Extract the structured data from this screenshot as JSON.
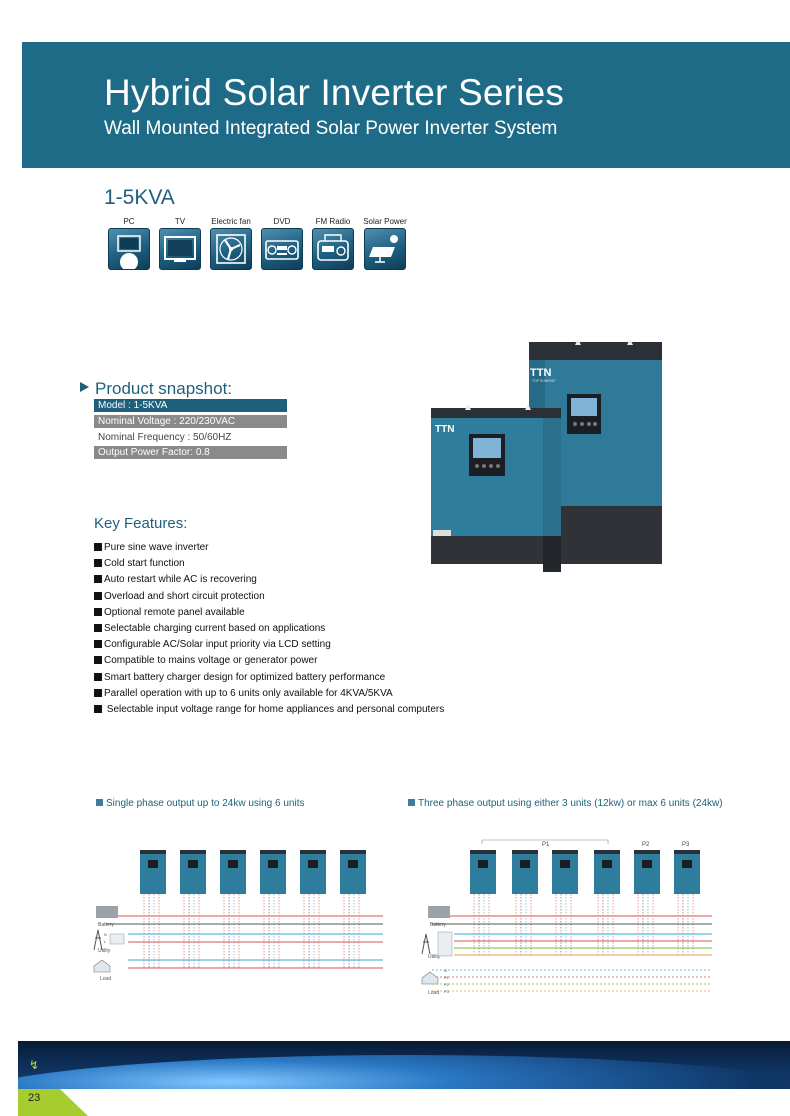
{
  "header": {
    "title": "Hybrid Solar Inverter Series",
    "subtitle": "Wall Mounted Integrated Solar Power Inverter System"
  },
  "range_label": "1-5KVA",
  "applications": [
    {
      "label": "PC",
      "icon": "pc-icon"
    },
    {
      "label": "TV",
      "icon": "tv-icon"
    },
    {
      "label": "Electric fan",
      "icon": "fan-icon"
    },
    {
      "label": "DVD",
      "icon": "dvd-icon"
    },
    {
      "label": "FM Radio",
      "icon": "radio-icon"
    },
    {
      "label": "Solar Power",
      "icon": "solar-panel-icon"
    }
  ],
  "product": {
    "brand_mark": "TTN",
    "brand_sub": "TOP SUNRISE"
  },
  "snapshot": {
    "title": "Product snapshot:",
    "specs": [
      "Model : 1-5KVA",
      "Nominal Voltage : 220/230VAC",
      "Nominal Frequency : 50/60HZ",
      "Output Power Factor: 0.8"
    ]
  },
  "features": {
    "title": "Key  Features:",
    "items": [
      "Pure sine wave inverter",
      "Cold start function",
      "Auto restart while AC is recovering",
      "Overload and short circuit protection",
      "Optional remote panel available",
      "Selectable charging current based on applications",
      "Configurable AC/Solar input priority via LCD setting",
      "Compatible to mains voltage or generator power",
      "Smart battery charger design for optimized battery performance",
      "Parallel operation with up to 6 units only available for 4KVA/5KVA",
      " Selectable input voltage range for home appliances and personal computers"
    ]
  },
  "diagrams": {
    "single": {
      "caption": "Single phase output up to 24kw using 6 units",
      "labels": {
        "battery": "Battery",
        "utility": "Utility",
        "load": "Load",
        "n": "N",
        "l": "L"
      }
    },
    "three": {
      "caption": "Three phase output using either 3 units (12kw) or max 6 units (24kw)",
      "groups": [
        "P1",
        "P2",
        "P3"
      ],
      "labels": {
        "battery": "Battery",
        "utility": "Utility",
        "load": "Load",
        "n": "N",
        "p1": "P1",
        "p2": "P2",
        "p3": "P3"
      }
    }
  },
  "footer": {
    "page_number": "23",
    "arrow_icon": "down-arrow-icon"
  },
  "colors": {
    "brand_blue": "#1e6b88",
    "heading_blue": "#1e5f7c",
    "spec_grey": "#8a8a8a",
    "accent_green": "#a6cc2e",
    "inverter_body": "#2e7a98"
  }
}
